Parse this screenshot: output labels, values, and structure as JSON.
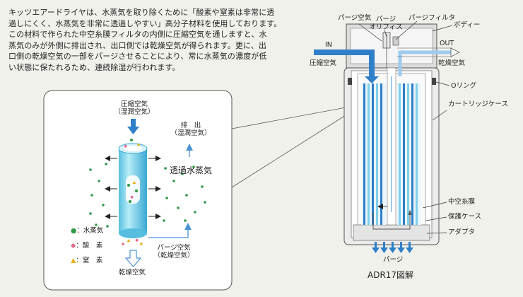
{
  "description": {
    "lines": [
      "キッツエアードライヤは、水蒸気を取り除くために「酸素や窒素は非常に透",
      "過しにくく、水蒸気を非常に透過しやすい」高分子材料を使用しております。",
      "この材料で作られた中空糸膜フィルタの内側に圧縮空気を通しますと、水",
      "蒸気のみが外側に排出され、出口側では乾燥空気が得られます。更に、出",
      "口側の乾燥空気の一部をパージさせることにより、常に水蒸気の濃度が低",
      "い状態に保たれるため、連続除湿が行われます。"
    ]
  },
  "fiber_detail": {
    "compressed_air": [
      "圧縮空気",
      "（湿潤空気）"
    ],
    "exhaust": [
      "排　出",
      "（湿潤空気）"
    ],
    "permeating_vapor": "透過水蒸気",
    "purge_air": [
      "パージ空気",
      "（乾燥空気）"
    ],
    "dry_air": "乾燥空気",
    "legend": [
      {
        "symbol": "●",
        "color": "#2e9a46",
        "label": "：水蒸気"
      },
      {
        "symbol": "◆",
        "color": "#e36b8a",
        "label": "：酸　素"
      },
      {
        "symbol": "▲",
        "color": "#e8b21e",
        "label": "：窒　素"
      }
    ]
  },
  "dryer_section": {
    "in_label": "IN",
    "out_label": "OUT",
    "compressed_air": "圧縮空気",
    "dry_air": "乾燥空気",
    "purge_air": "パージ空気",
    "purge_orifice": [
      "パージ",
      "オリフィス"
    ],
    "purge_filter": "パージフィルタ",
    "body": "ボディー",
    "o_ring": "Oリング",
    "cartridge_case": "カートリッジケース",
    "hollow_fiber": "中空糸膜",
    "protective_case": "保護ケース",
    "adapter": "アダプタ",
    "purge": "パージ",
    "figure_caption": "ADR17図解"
  },
  "colors": {
    "flow_blue": "#2f7fc9",
    "tube_cyan": "#7fd0ea",
    "light_arrow": "#9ecbee",
    "line_gray": "#555555"
  }
}
